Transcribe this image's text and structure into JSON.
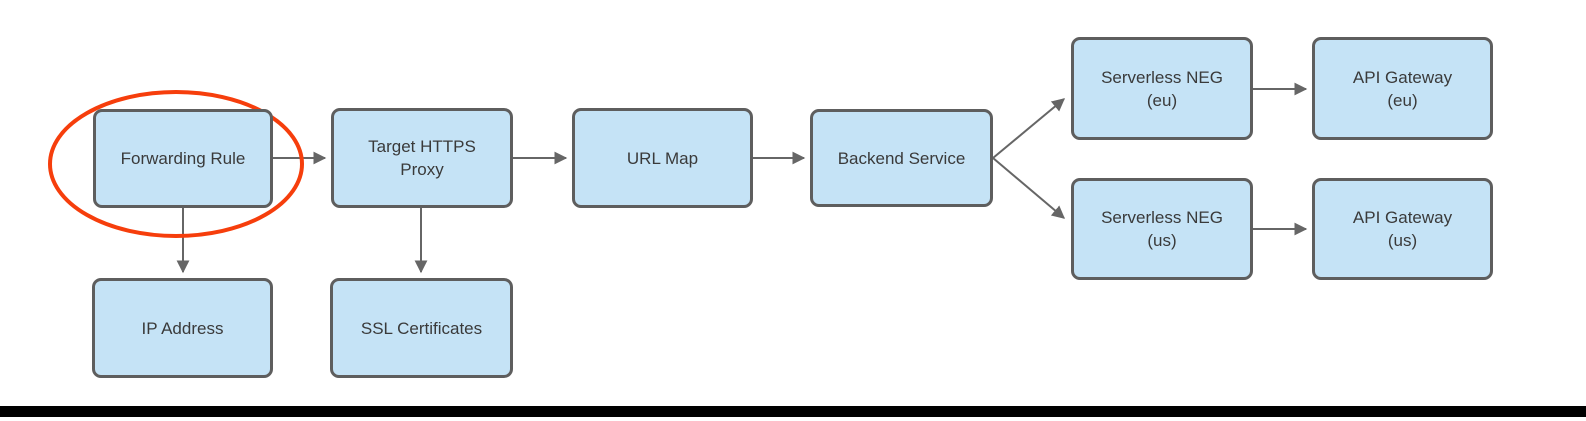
{
  "diagram": {
    "colors": {
      "node_fill": "#c5e3f6",
      "node_border": "#5e5e5e",
      "arrow": "#666666",
      "text": "#3a3a3a",
      "highlight": "#f63e0c",
      "footer_bar": "#000000"
    },
    "nodes": [
      {
        "id": "forwarding-rule",
        "lines": [
          "Forwarding Rule"
        ]
      },
      {
        "id": "target-https-proxy",
        "lines": [
          "Target HTTPS",
          "Proxy"
        ]
      },
      {
        "id": "url-map",
        "lines": [
          "URL Map"
        ]
      },
      {
        "id": "backend-service",
        "lines": [
          "Backend Service"
        ]
      },
      {
        "id": "serverless-neg-eu",
        "lines": [
          "Serverless NEG",
          "(eu)"
        ]
      },
      {
        "id": "api-gateway-eu",
        "lines": [
          "API Gateway",
          "(eu)"
        ]
      },
      {
        "id": "serverless-neg-us",
        "lines": [
          "Serverless NEG",
          "(us)"
        ]
      },
      {
        "id": "api-gateway-us",
        "lines": [
          "API Gateway",
          "(us)"
        ]
      },
      {
        "id": "ip-address",
        "lines": [
          "IP Address"
        ]
      },
      {
        "id": "ssl-certificates",
        "lines": [
          "SSL Certificates"
        ]
      }
    ],
    "edges": [
      {
        "from": "Forwarding Rule",
        "to": "Target HTTPS Proxy"
      },
      {
        "from": "Forwarding Rule",
        "to": "IP Address"
      },
      {
        "from": "Target HTTPS Proxy",
        "to": "URL Map"
      },
      {
        "from": "Target HTTPS Proxy",
        "to": "SSL Certificates"
      },
      {
        "from": "URL Map",
        "to": "Backend Service"
      },
      {
        "from": "Backend Service",
        "to": "Serverless NEG (eu)"
      },
      {
        "from": "Backend Service",
        "to": "Serverless NEG (us)"
      },
      {
        "from": "Serverless NEG (eu)",
        "to": "API Gateway (eu)"
      },
      {
        "from": "Serverless NEG (us)",
        "to": "API Gateway (us)"
      }
    ],
    "highlight": {
      "shape": "ellipse",
      "around": "Forwarding Rule",
      "color": "#f63e0c"
    }
  }
}
